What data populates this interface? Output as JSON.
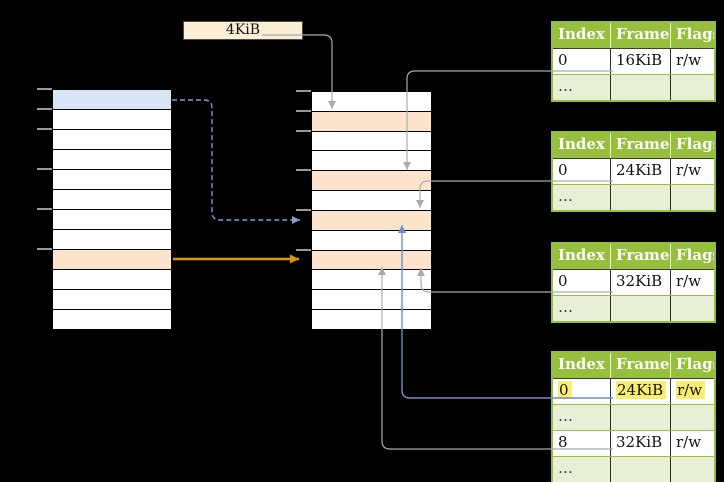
{
  "page_size_label": {
    "text": "4KiB"
  },
  "memory_columns": {
    "left": {
      "rows": [
        "blue",
        "white",
        "white",
        "white",
        "white",
        "white",
        "white",
        "white",
        "orange",
        "white",
        "white",
        "white"
      ]
    },
    "middle": {
      "rows": [
        "white",
        "orange",
        "white",
        "white",
        "orange",
        "white",
        "orange",
        "white",
        "orange",
        "white",
        "white",
        "white"
      ]
    }
  },
  "page_tables": [
    {
      "columns": [
        "Index",
        "Frame",
        "Flags"
      ],
      "rows": [
        {
          "type": "data",
          "highlight": false,
          "cells": [
            "0",
            "16KiB",
            "r/w"
          ]
        },
        {
          "type": "ellipsis",
          "highlight": false,
          "cells": [
            "…",
            "",
            ""
          ]
        }
      ]
    },
    {
      "columns": [
        "Index",
        "Frame",
        "Flags"
      ],
      "rows": [
        {
          "type": "data",
          "highlight": false,
          "cells": [
            "0",
            "24KiB",
            "r/w"
          ]
        },
        {
          "type": "ellipsis",
          "highlight": false,
          "cells": [
            "…",
            "",
            ""
          ]
        }
      ]
    },
    {
      "columns": [
        "Index",
        "Frame",
        "Flags"
      ],
      "rows": [
        {
          "type": "data",
          "highlight": false,
          "cells": [
            "0",
            "32KiB",
            "r/w"
          ]
        },
        {
          "type": "ellipsis",
          "highlight": false,
          "cells": [
            "…",
            "",
            ""
          ]
        }
      ]
    },
    {
      "columns": [
        "Index",
        "Frame",
        "Flags"
      ],
      "rows": [
        {
          "type": "data",
          "highlight": true,
          "cells": [
            "0",
            "24KiB",
            "r/w"
          ]
        },
        {
          "type": "ellipsis",
          "highlight": false,
          "cells": [
            "…",
            "",
            ""
          ]
        },
        {
          "type": "data",
          "highlight": false,
          "cells": [
            "8",
            "32KiB",
            "r/w"
          ]
        },
        {
          "type": "ellipsis",
          "highlight": false,
          "cells": [
            "…",
            "",
            ""
          ]
        }
      ]
    }
  ],
  "colors": {
    "background": "#000000",
    "header_green": "#95bf3c",
    "table_border_green": "#95bf3c",
    "row_green": "#e7efd6",
    "orange_fill": "#fce4cc",
    "blue_fill": "#d7e5f7",
    "highlight_yellow": "#fbee6e",
    "label_box_fill": "#faefd4",
    "arrow_gray": "#ababab",
    "arrow_blue": "#6a8fc8",
    "arrow_dashed_blue": "#7f9dd4",
    "arrow_orange": "#d79b00"
  }
}
